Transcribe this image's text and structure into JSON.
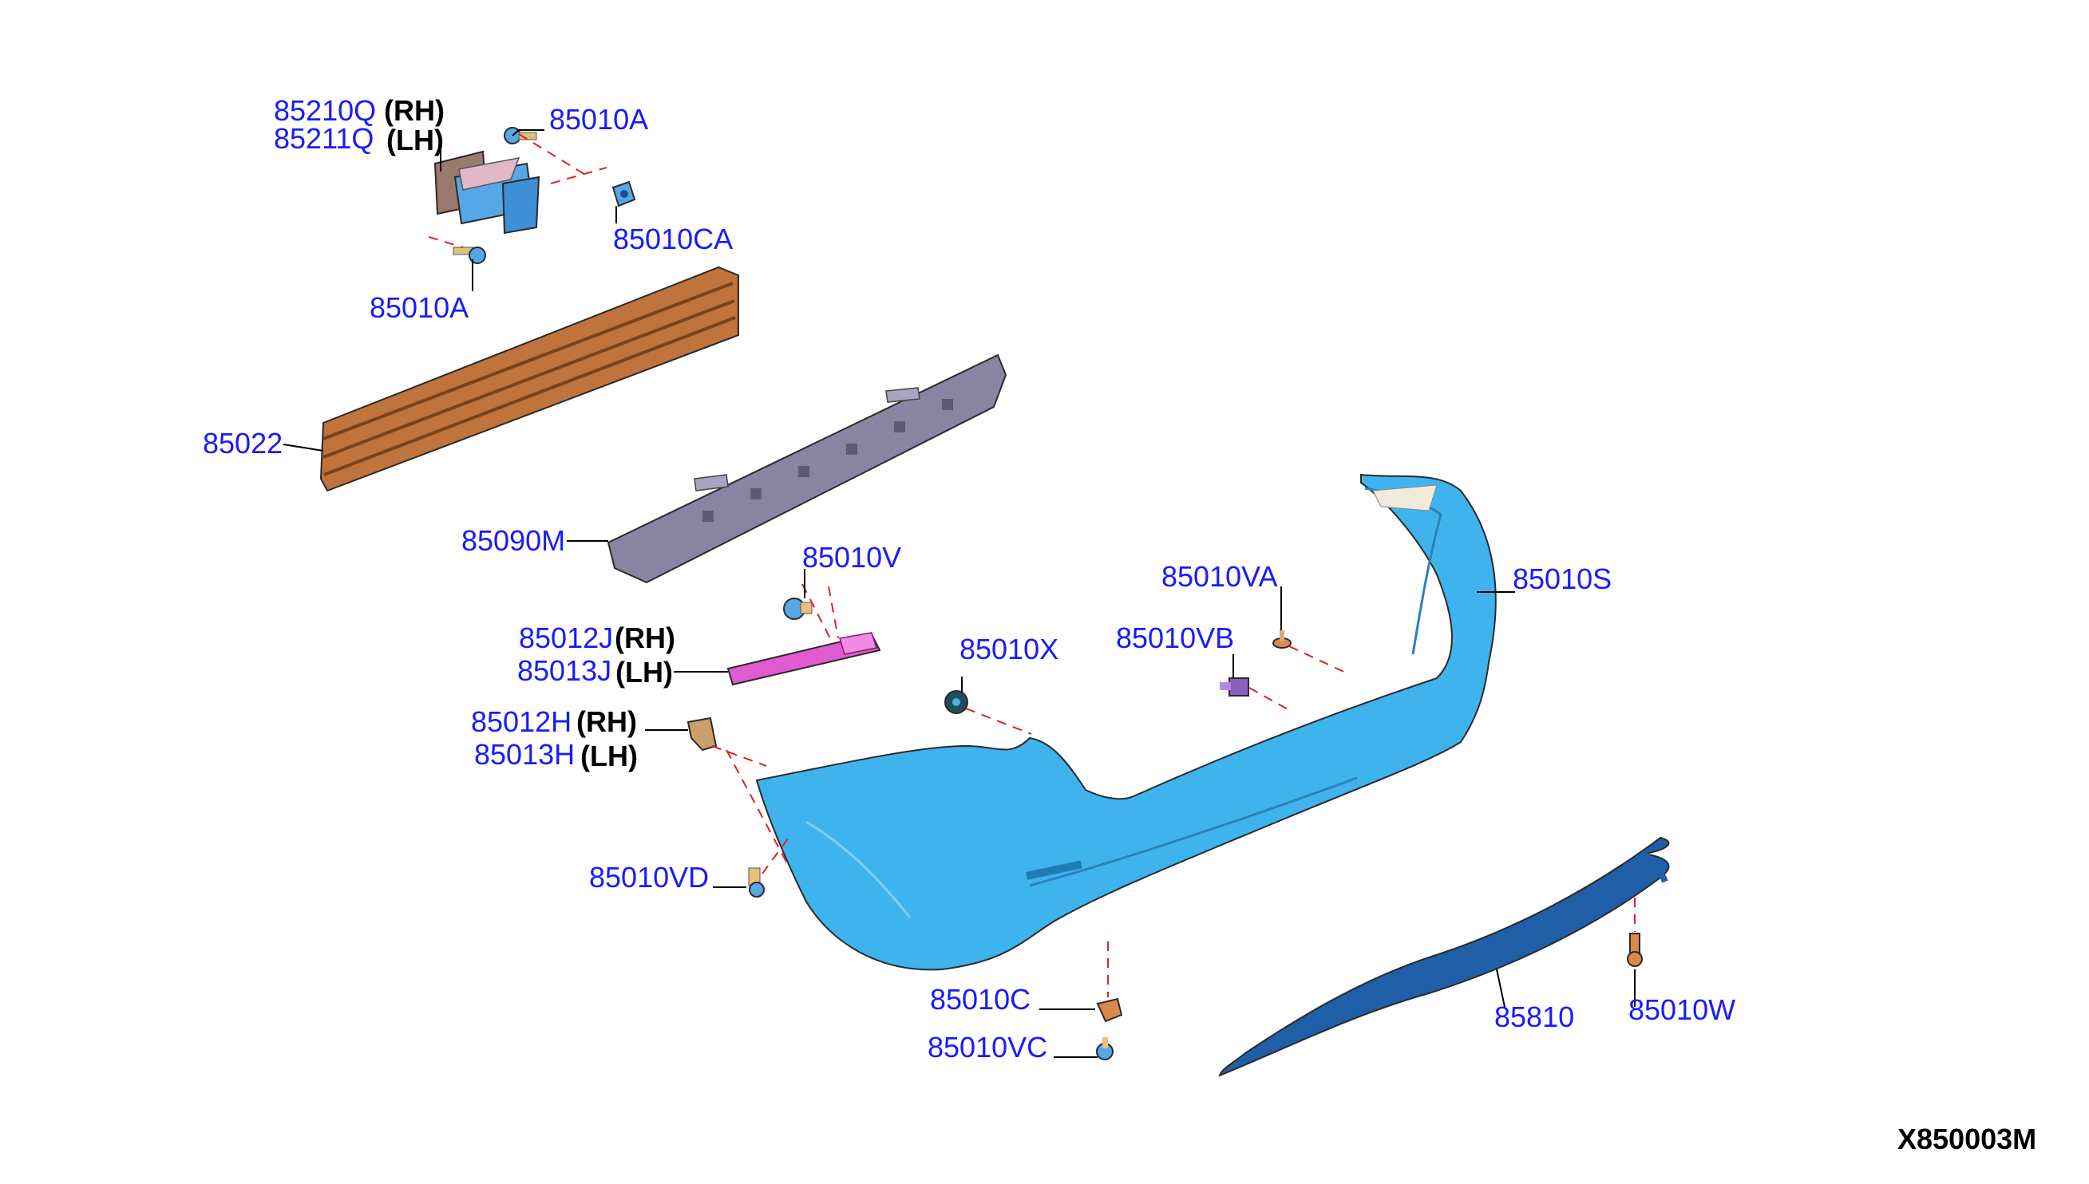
{
  "labels": {
    "p85210Q": "85210Q",
    "p85211Q": "85211Q",
    "p85010A_top": "85010A",
    "p85010CA": "85010CA",
    "p85010A_bottom": "85010A",
    "p85022": "85022",
    "p85090M": "85090M",
    "p85010V": "85010V",
    "p85012J": "85012J",
    "p85013J": "85013J",
    "p85012H": "85012H",
    "p85013H": "85013H",
    "p85010X": "85010X",
    "p85010VA": "85010VA",
    "p85010VB": "85010VB",
    "p85010S": "85010S",
    "p85010VD": "85010VD",
    "p85010C": "85010C",
    "p85010VC": "85010VC",
    "p85810": "85810",
    "p85010W": "85010W"
  },
  "sides": {
    "rh": "(RH)",
    "lh": "(LH)"
  },
  "reference_code": "X850003M",
  "colors": {
    "label_text": "#1a1aff",
    "leader_line": "#000000",
    "assembly_dash": "#e02020",
    "bumper_fascia": "#3fb3ee",
    "reinforcement_bar": "#c0733a",
    "energy_absorber": "#8a84a3",
    "reflector_bracket": "#e05ad0",
    "lower_molding": "#1e5fa8",
    "bracket_stay": "#9b7a6e",
    "fastener": "#56a7e6",
    "clip_orange": "#d98a4a"
  }
}
